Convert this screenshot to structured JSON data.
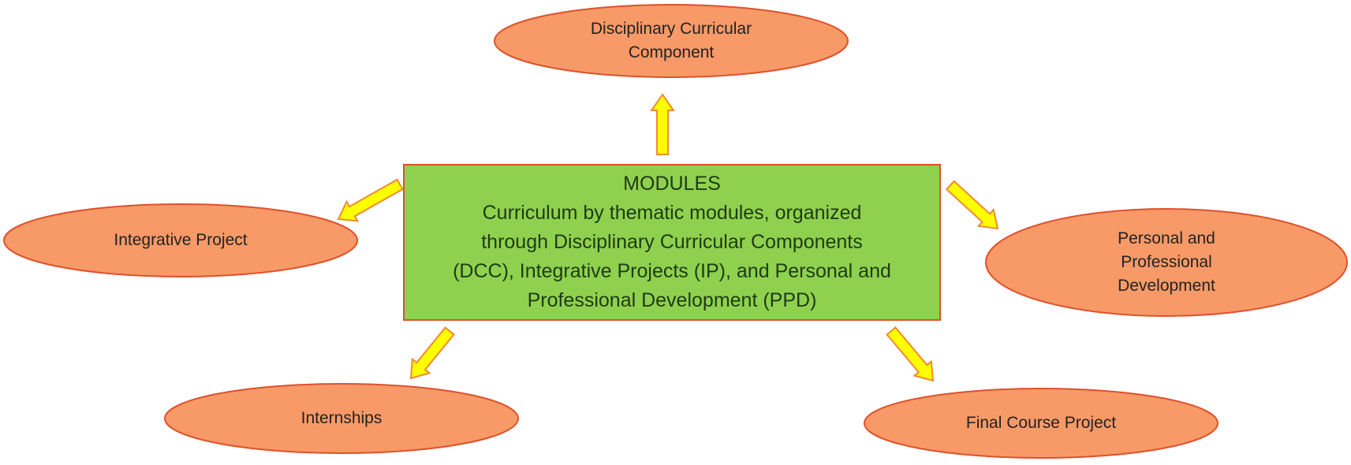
{
  "center": {
    "title": "MODULES",
    "lines": [
      "Curriculum by thematic modules, organized",
      "through Disciplinary Curricular Components",
      "(DCC), Integrative Projects (IP), and Personal and",
      "Professional Development (PPD)"
    ]
  },
  "nodes": {
    "dcc": {
      "lines": [
        "Disciplinary Curricular",
        "Component"
      ]
    },
    "integrative": {
      "lines": [
        "Integrative Project"
      ]
    },
    "ppd": {
      "lines": [
        "Personal and",
        "Professional",
        "Development"
      ]
    },
    "internships": {
      "lines": [
        "Internships"
      ]
    },
    "final": {
      "lines": [
        "Final Course Project"
      ]
    }
  },
  "colors": {
    "box_fill": "#8fd14f",
    "ellipse_fill": "#f79a68",
    "stroke": "#e0502a",
    "arrow_fill": "#ffff00",
    "arrow_stroke": "#f08a30"
  }
}
